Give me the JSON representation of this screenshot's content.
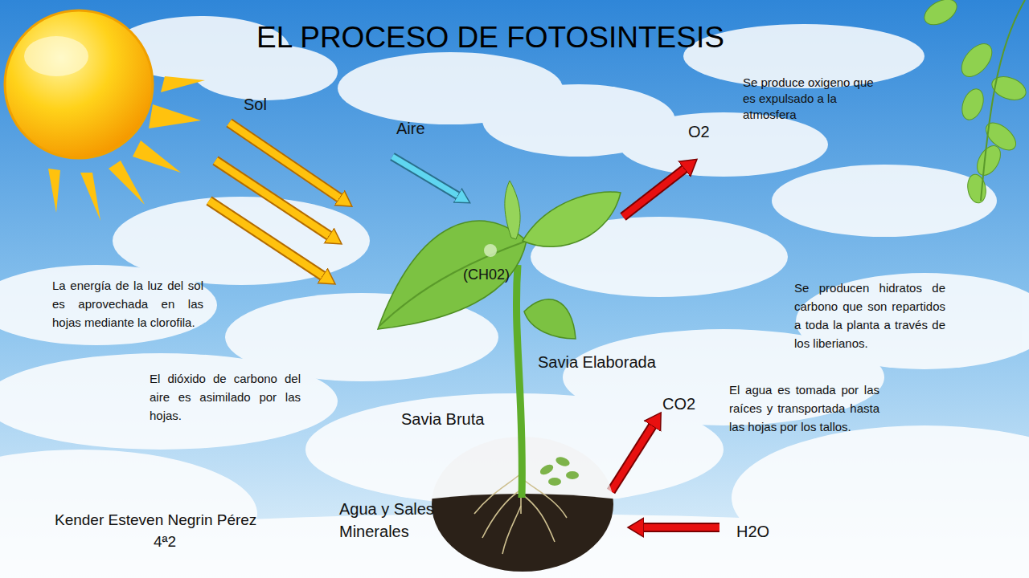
{
  "diagram": {
    "title": "EL PROCESO DE FOTOSINTESIS",
    "labels": [
      "Sol",
      "Aire",
      "Se produce oxigeno que es expulsado a la atmosfera",
      "O2",
      "(CH02)",
      "La energía de la luz del sol es aprovechada en las hojas mediante la clorofila.",
      "Se producen hidratos de carbono que son repartidos a toda la planta a través de los liberianos.",
      "Savia Elaborada",
      "El dióxido de carbono del aire es asimilado por las hojas.",
      "CO2",
      "El agua es tomada por las raíces y transportada hasta las hojas por los tallos.",
      "Savia Bruta",
      "Agua y Sales Minerales",
      "H2O",
      "Kender Esteven Negrin Pérez",
      "4ª2"
    ]
  }
}
